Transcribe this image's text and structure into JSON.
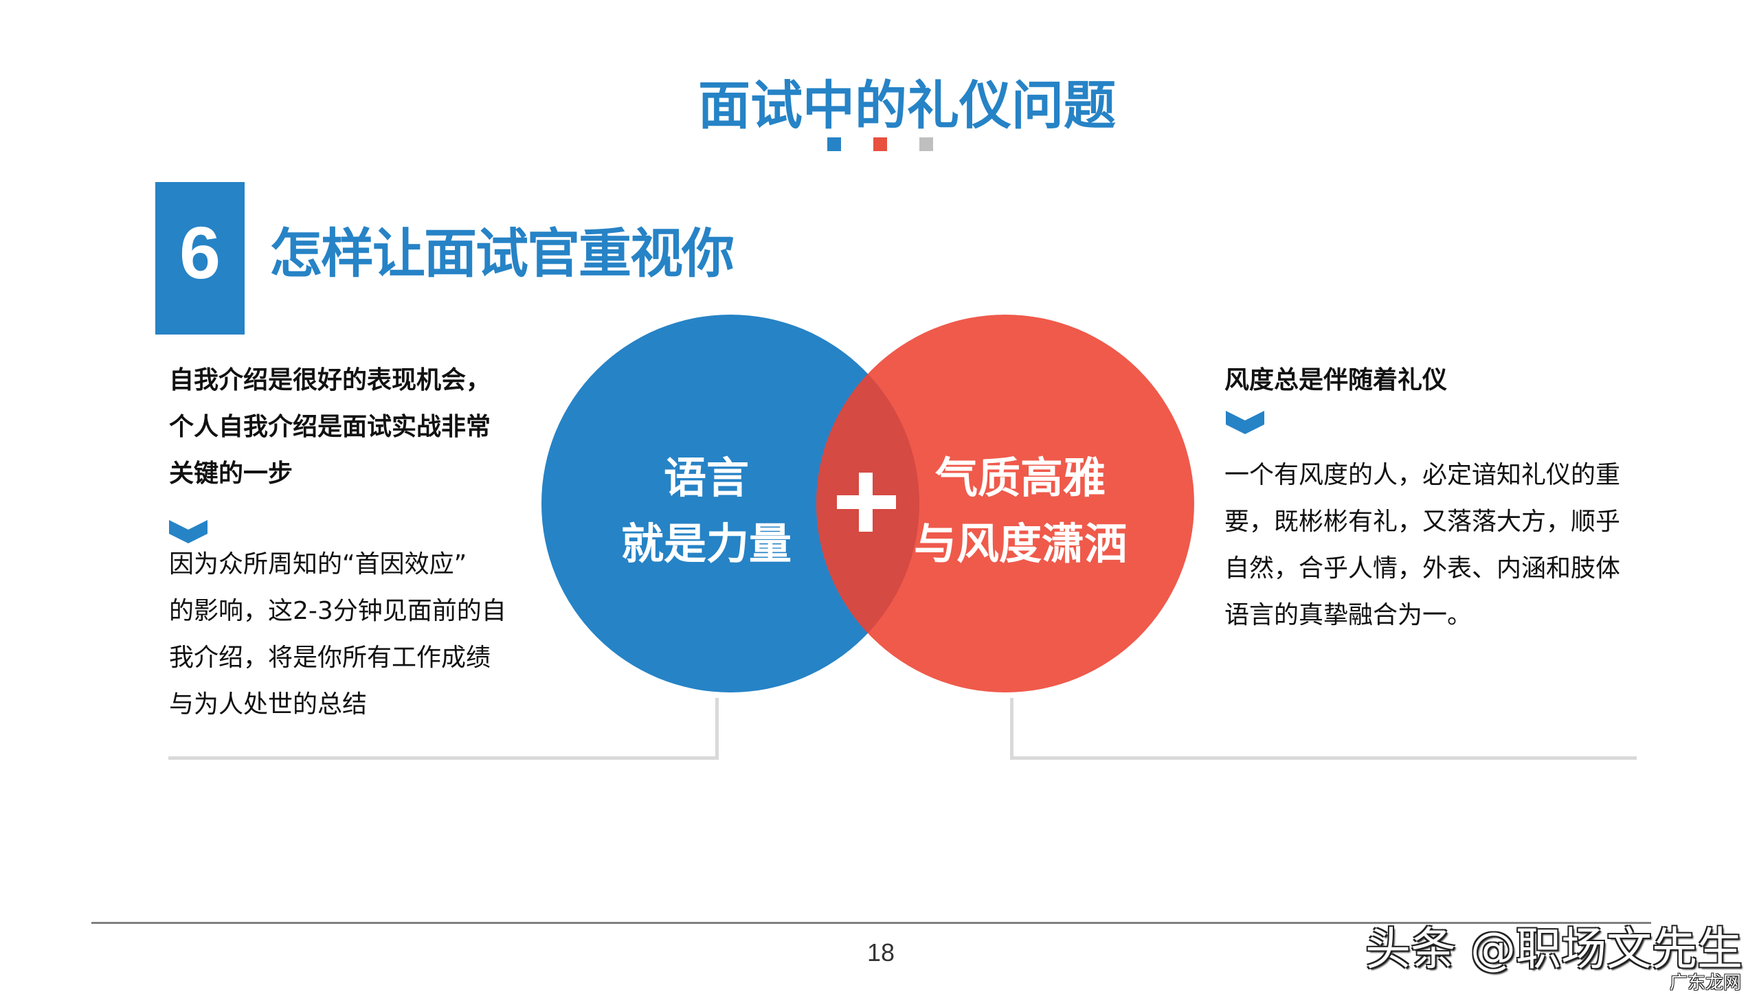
{
  "header": {
    "title": "面试中的礼仪问题",
    "dots": [
      "#2683c6",
      "#e8503f",
      "#bfbfbf"
    ]
  },
  "section": {
    "number": "6",
    "heading": "怎样让面试官重视你"
  },
  "left_panel": {
    "lead_lines": [
      "自我介绍是很好的表现机会，",
      "个人自我介绍是面试实战非常",
      "关键的一步"
    ],
    "chevron_icon": "chevron-down-icon",
    "body_lines": [
      "因为众所周知的“首因效应”",
      "的影响，这2-3分钟见面前的自",
      "我介绍，将是你所有工作成绩",
      "与为人处世的总结"
    ]
  },
  "venn": {
    "left_circle": {
      "lines": [
        "语言",
        "就是力量"
      ],
      "color": "#2683c6"
    },
    "right_circle": {
      "lines": [
        "气质高雅",
        "与风度潇洒"
      ],
      "color": "#ef5a4b"
    },
    "overlap_color": "#d54a43",
    "center_icon": "plus-icon"
  },
  "right_panel": {
    "lead_lines": [
      "风度总是伴随着礼仪"
    ],
    "chevron_icon": "chevron-down-icon",
    "body_lines": [
      "一个有风度的人，必定谙知礼仪的重",
      "要，既彬彬有礼，又落落大方，顺乎",
      "自然，合乎人情，外表、内涵和肢体",
      "语言的真挚融合为一。"
    ]
  },
  "footer": {
    "page_number": "18",
    "watermark": "头条 @职场文先生",
    "watermark_small": "广东龙网"
  }
}
